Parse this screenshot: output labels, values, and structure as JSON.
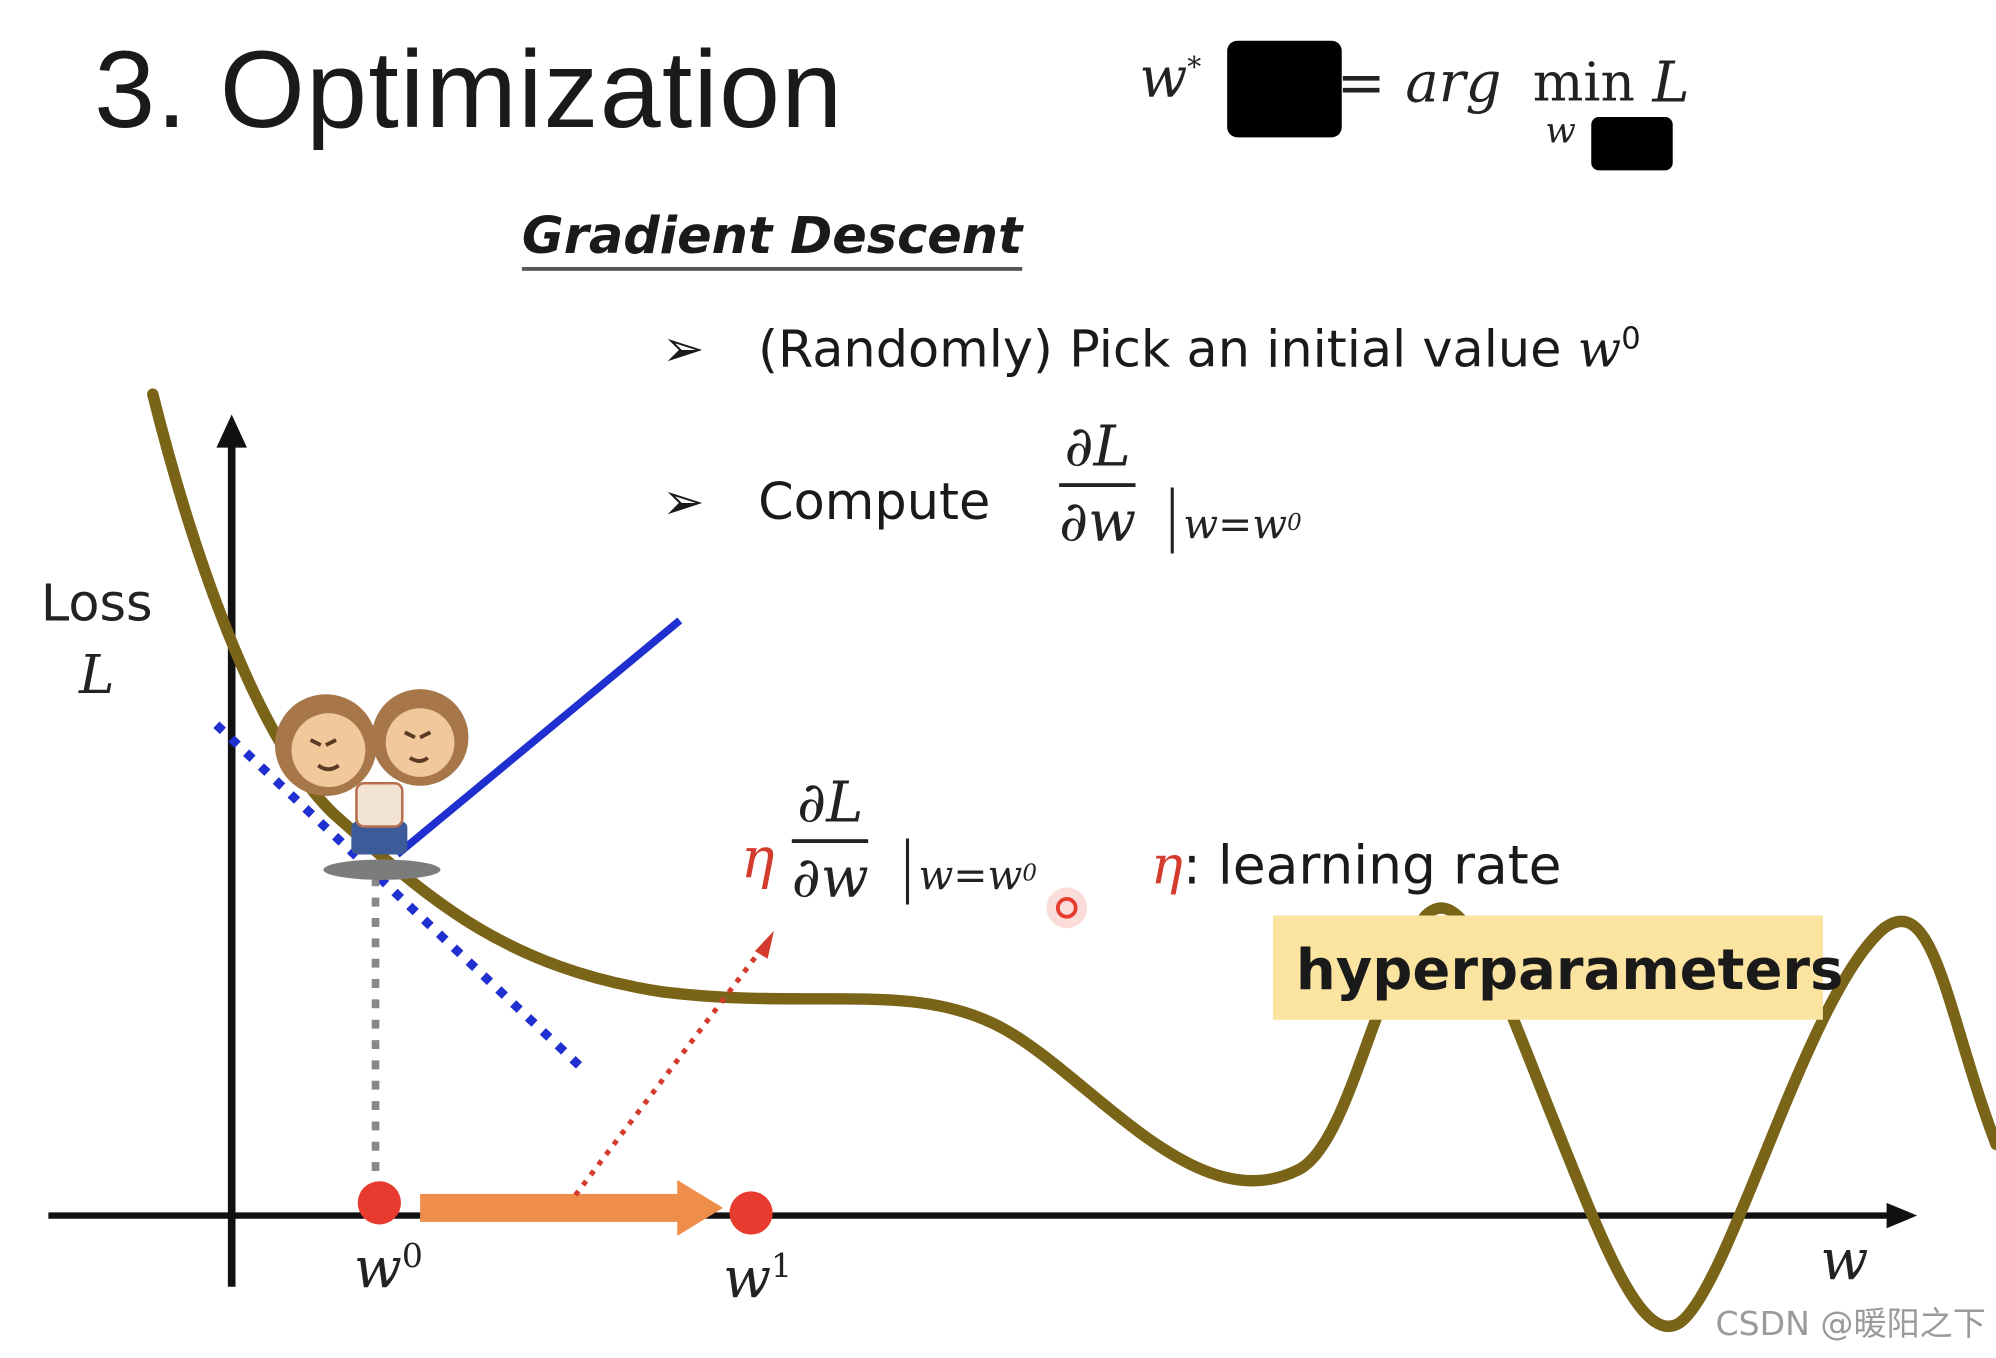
{
  "slide": {
    "title": "3. Optimization",
    "formula": {
      "lhs": "w",
      "lhs_sup": "*",
      "eq": "=",
      "arg": "arg",
      "min": "min",
      "sub": "w",
      "target": "L"
    },
    "section_heading": "Gradient Descent",
    "bullets": [
      {
        "marker": "➢",
        "text": "(Randomly) Pick an initial value ",
        "var": "w",
        "sup": "0"
      },
      {
        "marker": "➢",
        "text": "Compute"
      }
    ],
    "derivative": {
      "num": "∂L",
      "den": "∂w",
      "eval": "|",
      "eval_var": "w=w",
      "eval_sup": "0"
    },
    "step_expr": {
      "eta": "η",
      "num": "∂L",
      "den": "∂w",
      "eval": "|",
      "eval_var": "w=w",
      "eval_sup": "0"
    },
    "eta_note": {
      "eta": "η",
      "text": ": learning rate"
    },
    "hyperparameters_label": "hyperparameters",
    "axis": {
      "y_label_line1": "Loss",
      "y_label_line2": "L",
      "x_label": "w",
      "w0": "w",
      "w0_sup": "0",
      "w1": "w",
      "w1_sup": "1"
    },
    "watermark": "CSDN @暖阳之下"
  },
  "colors": {
    "curve": "#7a6418",
    "tangent_dotted": "#1f2fd0",
    "tangent_solid": "#1f2fd0",
    "point": "#e63b2e",
    "step_arrow": "#ef8e4a",
    "red_text": "#d33b2c",
    "highlight_box": "#fbe3a0"
  },
  "icons": {
    "monkey": "monkey-character-icon",
    "laser_pointer": "laser-pointer-icon"
  }
}
